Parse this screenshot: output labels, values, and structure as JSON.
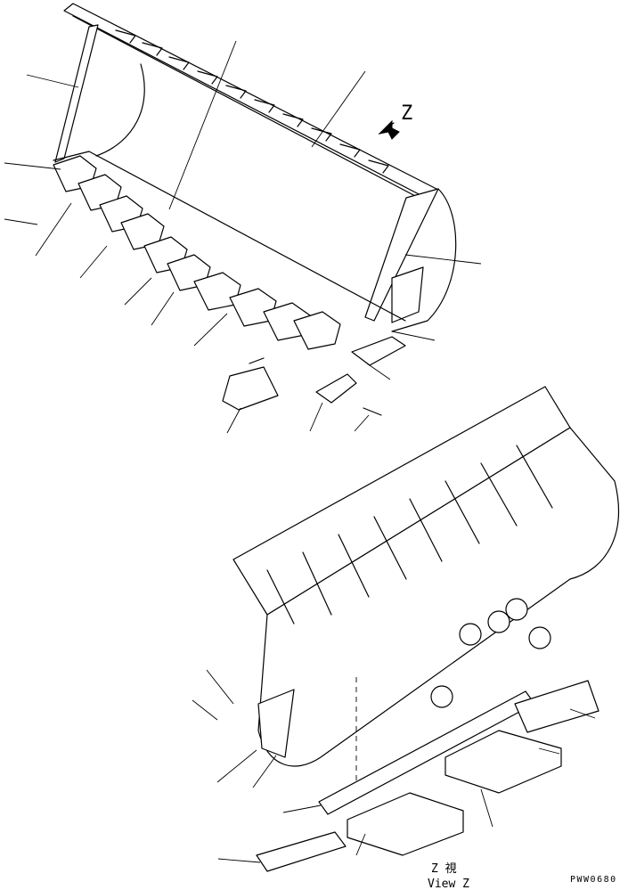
{
  "view_marker": "Z",
  "view_caption_top": "Z  視",
  "view_caption_bottom": "View Z",
  "drawing_code": "PWW0680"
}
